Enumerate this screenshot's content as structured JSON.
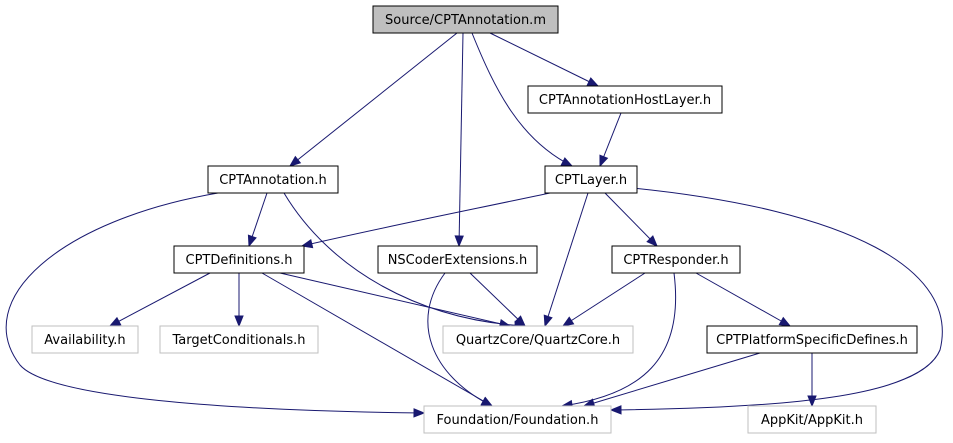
{
  "colors": {
    "edge": "#191970",
    "root_fill": "#bfbfbf",
    "node_fill": "#ffffff",
    "node_border": "#000000",
    "external_border": "#bfbfbf"
  },
  "nodes": {
    "source_cptannotation_m": {
      "label": "Source/CPTAnnotation.m",
      "kind": "root"
    },
    "cptannotationhostlayer_h": {
      "label": "CPTAnnotationHostLayer.h",
      "kind": "internal"
    },
    "cptannotation_h": {
      "label": "CPTAnnotation.h",
      "kind": "internal"
    },
    "cptlayer_h": {
      "label": "CPTLayer.h",
      "kind": "internal"
    },
    "cptdefinitions_h": {
      "label": "CPTDefinitions.h",
      "kind": "internal"
    },
    "nscoderextensions_h": {
      "label": "NSCoderExtensions.h",
      "kind": "internal"
    },
    "cptresponder_h": {
      "label": "CPTResponder.h",
      "kind": "internal"
    },
    "availability_h": {
      "label": "Availability.h",
      "kind": "external"
    },
    "targetconditionals_h": {
      "label": "TargetConditionals.h",
      "kind": "external"
    },
    "quartzcore_h": {
      "label": "QuartzCore/QuartzCore.h",
      "kind": "external"
    },
    "cptplatformspecificdefines_h": {
      "label": "CPTPlatformSpecificDefines.h",
      "kind": "internal"
    },
    "foundation_h": {
      "label": "Foundation/Foundation.h",
      "kind": "external"
    },
    "appkit_h": {
      "label": "AppKit/AppKit.h",
      "kind": "external"
    }
  },
  "edges": [
    {
      "from": "source_cptannotation_m",
      "to": "cptannotation_h"
    },
    {
      "from": "source_cptannotation_m",
      "to": "cptannotationhostlayer_h"
    },
    {
      "from": "source_cptannotation_m",
      "to": "cptlayer_h"
    },
    {
      "from": "source_cptannotation_m",
      "to": "nscoderextensions_h"
    },
    {
      "from": "cptannotationhostlayer_h",
      "to": "cptlayer_h"
    },
    {
      "from": "cptannotation_h",
      "to": "cptdefinitions_h"
    },
    {
      "from": "cptannotation_h",
      "to": "quartzcore_h"
    },
    {
      "from": "cptannotation_h",
      "to": "foundation_h"
    },
    {
      "from": "cptlayer_h",
      "to": "cptdefinitions_h"
    },
    {
      "from": "cptlayer_h",
      "to": "cptresponder_h"
    },
    {
      "from": "cptlayer_h",
      "to": "quartzcore_h"
    },
    {
      "from": "cptlayer_h",
      "to": "foundation_h"
    },
    {
      "from": "cptdefinitions_h",
      "to": "availability_h"
    },
    {
      "from": "cptdefinitions_h",
      "to": "targetconditionals_h"
    },
    {
      "from": "cptdefinitions_h",
      "to": "quartzcore_h"
    },
    {
      "from": "cptdefinitions_h",
      "to": "foundation_h"
    },
    {
      "from": "nscoderextensions_h",
      "to": "quartzcore_h"
    },
    {
      "from": "nscoderextensions_h",
      "to": "foundation_h"
    },
    {
      "from": "cptresponder_h",
      "to": "quartzcore_h"
    },
    {
      "from": "cptresponder_h",
      "to": "cptplatformspecificdefines_h"
    },
    {
      "from": "cptresponder_h",
      "to": "foundation_h"
    },
    {
      "from": "cptplatformspecificdefines_h",
      "to": "foundation_h"
    },
    {
      "from": "cptplatformspecificdefines_h",
      "to": "appkit_h"
    }
  ]
}
